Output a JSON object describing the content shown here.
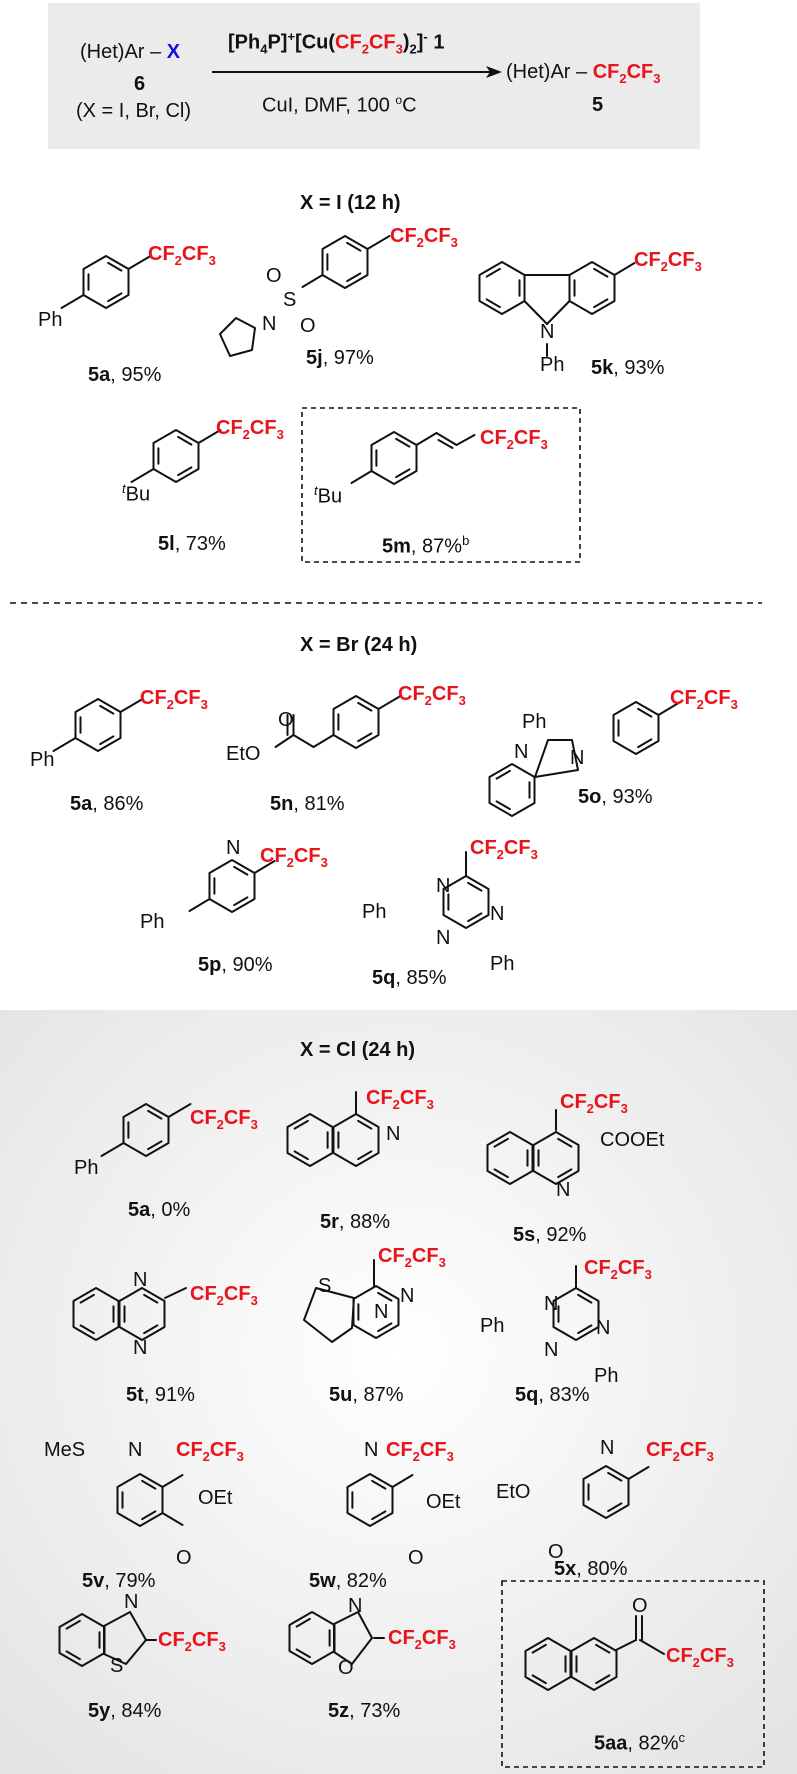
{
  "colors": {
    "red": "#e8141c",
    "blue": "#1010e0",
    "ink": "#111111",
    "box_gray": "#ebebeb",
    "cl_panel": "#f0f0f0"
  },
  "scheme": {
    "reactant_left": "(Het)Ar",
    "reactant_x": "X",
    "reactant_num": "6",
    "reactant_note": "(X = I, Br, Cl)",
    "reagent_prefix": "[Ph",
    "reagent_sub1": "4",
    "reagent_mid": "P]",
    "reagent_sup1": "+",
    "reagent_bracket": "[Cu(",
    "reagent_cf": "CF",
    "reagent_sub2": "2",
    "reagent_cf2": "CF",
    "reagent_sub3": "3",
    "reagent_close": ")",
    "reagent_sub4": "2",
    "reagent_close2": "]",
    "reagent_sup2": "-",
    "reagent_num": " 1",
    "conditions": "CuI, DMF, 100 ",
    "conditions_deg": "o",
    "conditions_unit": "C",
    "product_left": "(Het)Ar",
    "product_num": "5"
  },
  "sections": {
    "iodo": "X = I (12 h)",
    "bromo": "X = Br (24 h)",
    "chloro": "X = Cl (24 h)"
  },
  "group": {
    "cf": "CF",
    "two": "2",
    "three": "3"
  },
  "substituents": {
    "ph": "Ph",
    "tbu_t": "t",
    "tbu": "Bu",
    "n": "N",
    "s": "S",
    "o": "O",
    "eto": "EtO",
    "oet": "OEt",
    "mes": "MeS",
    "cooet": "COOEt"
  },
  "compounds": [
    {
      "id": "5a",
      "yield": ", 95%",
      "sup": ""
    },
    {
      "id": "5j",
      "yield": ", 97%",
      "sup": ""
    },
    {
      "id": "5k",
      "yield": ", 93%",
      "sup": ""
    },
    {
      "id": "5l",
      "yield": ", 73%",
      "sup": ""
    },
    {
      "id": "5m",
      "yield": ", 87%",
      "sup": "b"
    },
    {
      "id": "5a",
      "yield": ", 86%",
      "sup": ""
    },
    {
      "id": "5n",
      "yield": ", 81%",
      "sup": ""
    },
    {
      "id": "5o",
      "yield": ",  93%",
      "sup": ""
    },
    {
      "id": "5p",
      "yield": ",  90%",
      "sup": ""
    },
    {
      "id": "5q",
      "yield": ",  85%",
      "sup": ""
    },
    {
      "id": "5a",
      "yield": ", 0%",
      "sup": ""
    },
    {
      "id": "5r",
      "yield": ", 88%",
      "sup": ""
    },
    {
      "id": "5s",
      "yield": ", 92%",
      "sup": ""
    },
    {
      "id": "5t",
      "yield": ", 91%",
      "sup": ""
    },
    {
      "id": "5u",
      "yield": ", 87%",
      "sup": ""
    },
    {
      "id": "5q",
      "yield": ", 83%",
      "sup": ""
    },
    {
      "id": "5v",
      "yield": ", 79%",
      "sup": ""
    },
    {
      "id": "5w",
      "yield": ", 82%",
      "sup": ""
    },
    {
      "id": "5x",
      "yield": ", 80%",
      "sup": ""
    },
    {
      "id": "5y",
      "yield": ", 84%",
      "sup": ""
    },
    {
      "id": "5z",
      "yield": ", 73%",
      "sup": ""
    },
    {
      "id": "5aa",
      "yield": ", 82%",
      "sup": "c"
    }
  ]
}
